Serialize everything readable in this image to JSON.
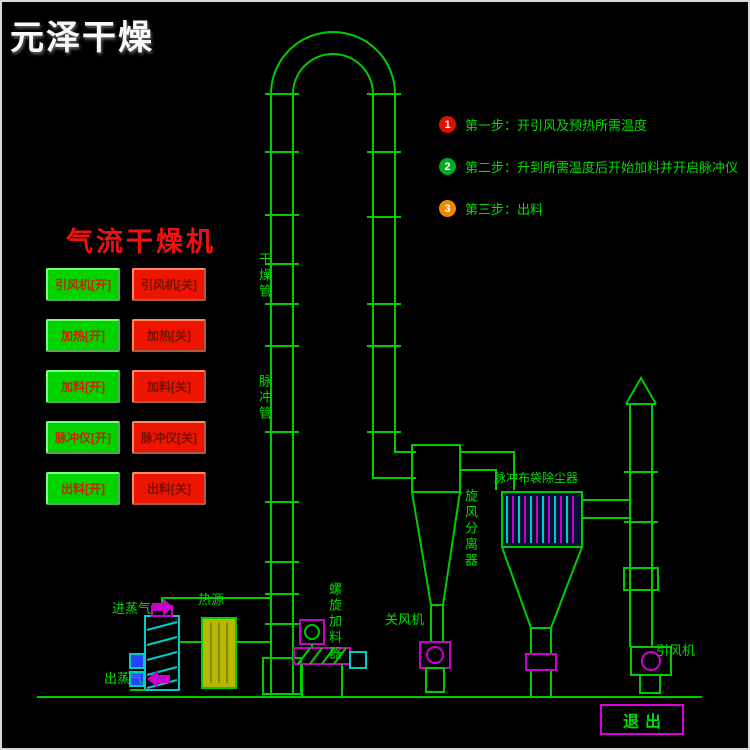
{
  "watermark": "元泽干燥",
  "title": "气流干燥机",
  "control_buttons": {
    "on": [
      "引风机[开]",
      "加热[开]",
      "加料[开]",
      "脉冲仪[开]",
      "出料[开]"
    ],
    "off": [
      "引风机[关]",
      "加热[关]",
      "加料[关]",
      "脉冲仪[关]",
      "出料[关]"
    ]
  },
  "steps": [
    {
      "num": "1",
      "text": "第一步：开引风及预热所需温度"
    },
    {
      "num": "2",
      "text": "第二步：升到所需温度后开始加料并开启脉冲仪"
    },
    {
      "num": "3",
      "text": "第三步：出料"
    }
  ],
  "labels": {
    "drying_pipe": "干燥管",
    "pulse_pipe": "脉冲管",
    "cyclone_separator": "旋风分离器",
    "dust_collector": "脉冲布袋除尘器",
    "rotary_valve": "关风机",
    "screw_feeder": "螺旋加料器",
    "heat_source": "热源",
    "steam_in": "进蒸气",
    "steam_out": "出蒸气",
    "induced_draft_fan": "引风机"
  },
  "exit_button": "退出",
  "colors": {
    "background": "#000000",
    "pipe_green": "#00cc00",
    "magenta": "#cc00cc",
    "cyan": "#00cccc",
    "furnace_yellow": "#c8c800",
    "on_button_green": "#00d400",
    "off_button_red": "#ee1500",
    "title_red": "#ee1111",
    "label_green": "#00dd00",
    "step1_badge": "#dd1100",
    "step2_badge": "#00aa22",
    "step3_badge": "#ee8800"
  }
}
